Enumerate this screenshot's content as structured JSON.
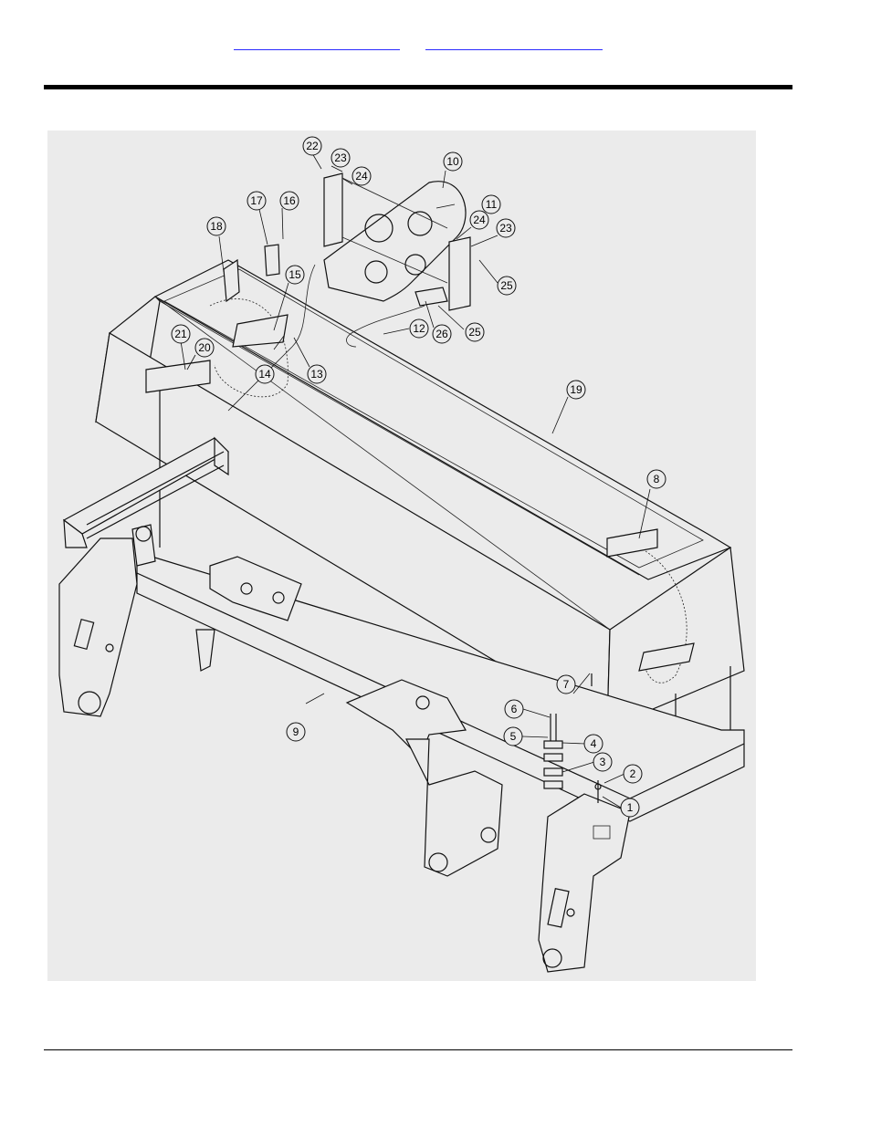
{
  "header": {
    "links": [
      "",
      ""
    ]
  },
  "diagram": {
    "callouts": [
      "1",
      "2",
      "3",
      "4",
      "5",
      "6",
      "7",
      "8",
      "9",
      "10",
      "11",
      "12",
      "13",
      "14",
      "15",
      "16",
      "17",
      "18",
      "19",
      "20",
      "21",
      "22",
      "23",
      "24",
      "25",
      "26"
    ],
    "colors": {
      "background": "#ebebeb",
      "line": "#111111",
      "rule": "#000000",
      "link": "#2a2aff"
    }
  }
}
